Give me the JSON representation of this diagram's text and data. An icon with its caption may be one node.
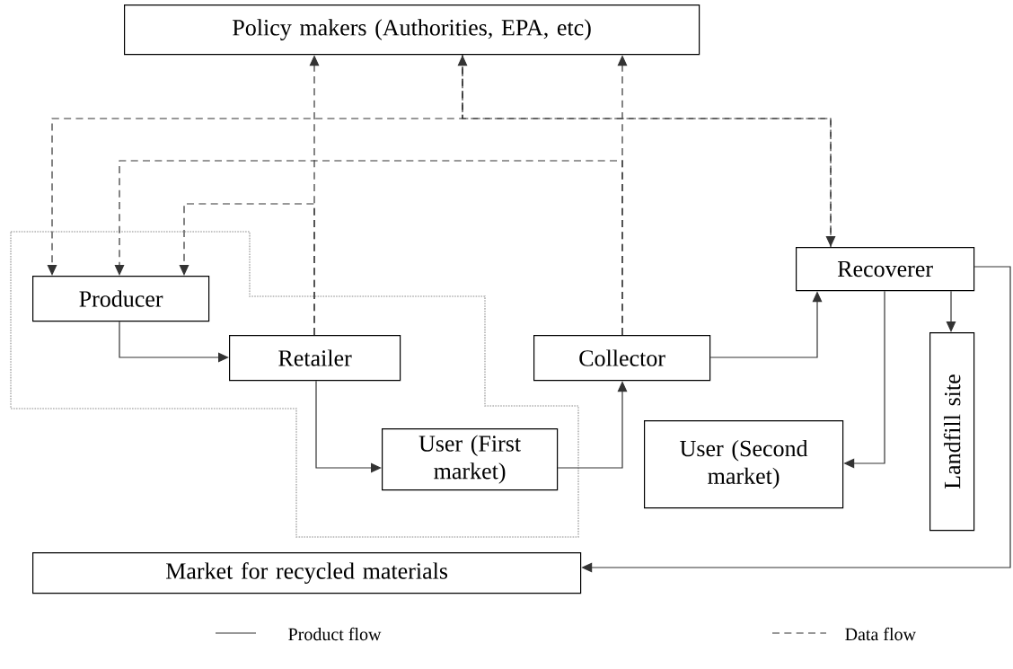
{
  "diagram": {
    "nodes": [
      {
        "text": [
          "Policy makers (Authorities, EPA, etc)"
        ]
      },
      {
        "text": [
          "Producer"
        ]
      },
      {
        "text": [
          "Retailer"
        ]
      },
      {
        "text": [
          "Collector"
        ]
      },
      {
        "text": [
          "Recoverer"
        ]
      },
      {
        "text": [
          "User (First market)"
        ]
      },
      {
        "text": [
          "User (Second market)"
        ]
      },
      {
        "text": [
          "Landfill site"
        ]
      },
      {
        "text": [
          "Market for recycled materials"
        ]
      }
    ],
    "edges": [
      {
        "from": 1,
        "to": 2,
        "arrow": "to"
      },
      {
        "from": 2,
        "to": 5,
        "arrow": "to"
      },
      {
        "from": 5,
        "to": 3,
        "arrow": "to"
      },
      {
        "from": 3,
        "to": 4,
        "arrow": "to"
      },
      {
        "from": 4,
        "to": 6,
        "arrow": "to"
      },
      {
        "from": 4,
        "to": 7,
        "arrow": "to"
      },
      {
        "from": 4,
        "to": 8,
        "arrow": "to"
      },
      {
        "from": 0,
        "to": 1,
        "arrow": "to",
        "style": "dashed"
      },
      {
        "from": 0,
        "to": 4,
        "arrow": "to",
        "style": "dashed"
      },
      {
        "from": 4,
        "to": 0,
        "arrow": "to",
        "style": "dashed"
      },
      {
        "from": 2,
        "to": 0,
        "arrow": "to",
        "style": "dashed"
      },
      {
        "from": 2,
        "to": 1,
        "arrow": "to",
        "style": "dashed"
      },
      {
        "from": 3,
        "to": 0,
        "arrow": "to",
        "style": "dashed"
      },
      {
        "from": 3,
        "to": 1,
        "arrow": "to",
        "style": "dashed"
      }
    ],
    "legend": [
      {
        "text": "Product flow"
      },
      {
        "text": "Data flow"
      }
    ]
  }
}
